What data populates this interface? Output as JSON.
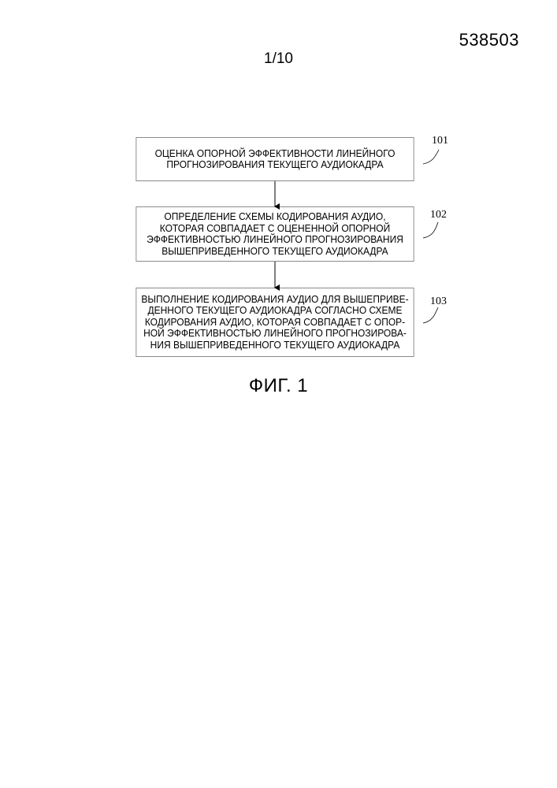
{
  "header": {
    "document_number": "538503",
    "page_number": "1/10"
  },
  "flowchart": {
    "steps": [
      {
        "ref": "101",
        "lines": [
          "ОЦЕНКА ОПОРНОЙ ЭФФЕКТИВНОСТИ ЛИНЕЙНОГО",
          "ПРОГНОЗИРОВАНИЯ ТЕКУЩЕГО АУДИОКАДРА"
        ]
      },
      {
        "ref": "102",
        "lines": [
          "ОПРЕДЕЛЕНИЕ СХЕМЫ КОДИРОВАНИЯ АУДИО,",
          "КОТОРАЯ СОВПАДАЕТ С ОЦЕНЕННОЙ ОПОРНОЙ",
          "ЭФФЕКТИВНОСТЬЮ ЛИНЕЙНОГО ПРОГНОЗИРОВАНИЯ",
          "ВЫШЕПРИВЕДЕННОГО ТЕКУЩЕГО АУДИОКАДРА"
        ]
      },
      {
        "ref": "103",
        "lines": [
          "ВЫПОЛНЕНИЕ КОДИРОВАНИЯ АУДИО ДЛЯ ВЫШЕПРИВЕ-",
          "ДЕННОГО ТЕКУЩЕГО АУДИОКАДРА СОГЛАСНО СХЕМЕ",
          "КОДИРОВАНИЯ АУДИО, КОТОРАЯ СОВПАДАЕТ С ОПОР-",
          "НОЙ ЭФФЕКТИВНОСТЬЮ ЛИНЕЙНОГО ПРОГНОЗИРОВА-",
          "НИЯ ВЫШЕПРИВЕДЕННОГО ТЕКУЩЕГО АУДИОКАДРА"
        ]
      }
    ]
  },
  "figure": {
    "caption": "ФИГ. 1"
  }
}
